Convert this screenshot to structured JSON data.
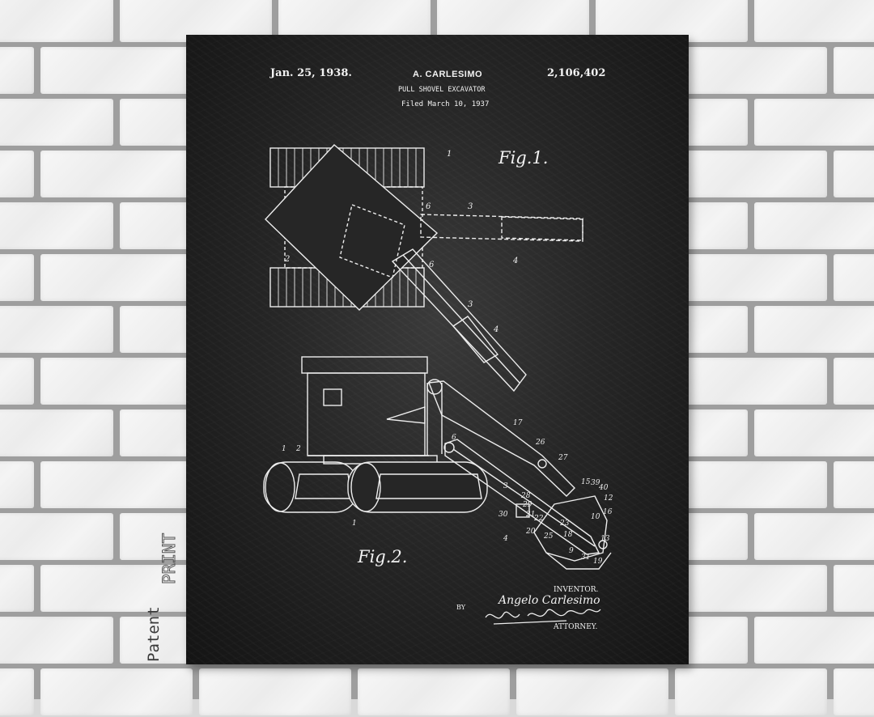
{
  "poster": {
    "date": "Jan. 25, 1938.",
    "inventor_top": "A. CARLESIMO",
    "patent_number": "2,106,402",
    "title": "PULL SHOVEL EXCAVATOR",
    "filed": "Filed March 10, 1937",
    "fig1_label": "Fig.1.",
    "fig2_label": "Fig.2.",
    "inventor_label": "INVENTOR.",
    "inventor_name": "Angelo Carlesimo",
    "by_label": "BY",
    "attorney_signature": "Louis Chayka",
    "attorney_label": "ATTORNEY.",
    "part_numbers_fig1": [
      "1",
      "2",
      "3",
      "4",
      "6",
      "6",
      "3",
      "4"
    ],
    "part_numbers_fig2": [
      "1",
      "2",
      "1",
      "17",
      "26",
      "6",
      "27",
      "3",
      "15",
      "39",
      "40",
      "12",
      "16",
      "10",
      "28",
      "29",
      "21",
      "30",
      "20",
      "22",
      "4",
      "25",
      "23",
      "18",
      "13",
      "9",
      "31",
      "19"
    ]
  },
  "brand": {
    "word1": "Patent",
    "word2": "PRINT"
  },
  "colors": {
    "poster_bg": "#262626",
    "ink": "#f2f2f2",
    "brick": "#f2f2f2",
    "mortar": "#b4b4b4"
  }
}
